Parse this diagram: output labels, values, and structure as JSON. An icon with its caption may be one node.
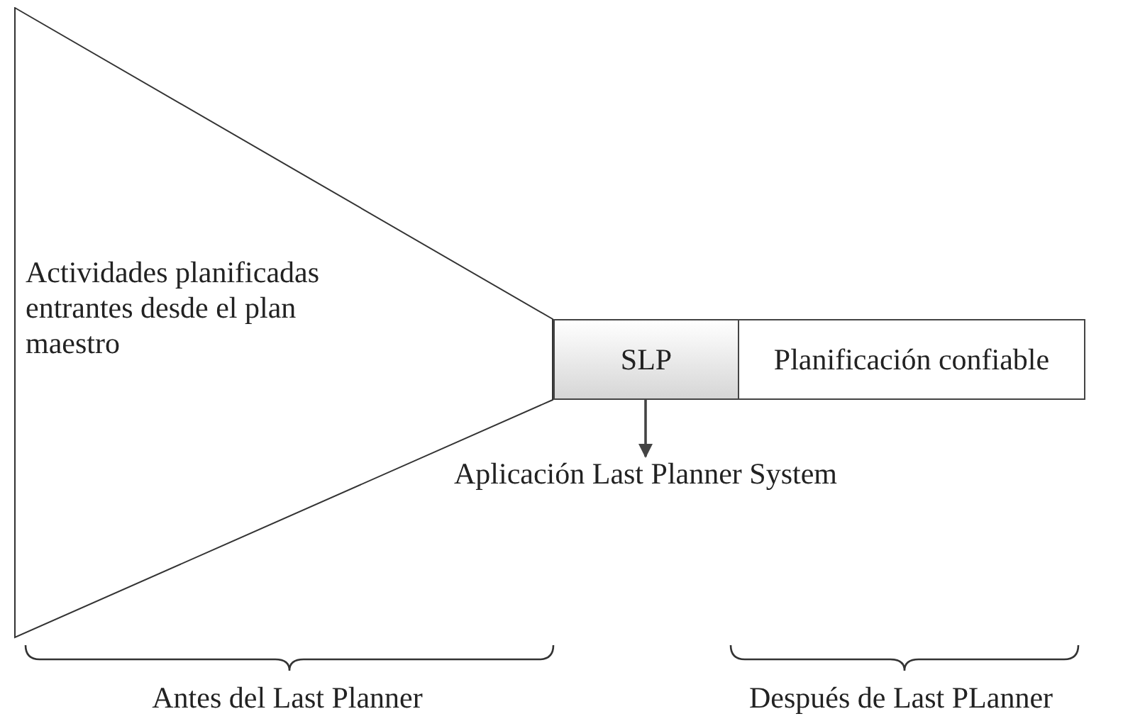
{
  "diagram": {
    "nodes": [
      {
        "text": [
          "Actividades planificadas entrantes desde el plan maestro"
        ]
      },
      {
        "text": [
          "SLP"
        ]
      },
      {
        "text": [
          "Planificación confiable"
        ]
      },
      {
        "text": [
          "Aplicación Last Planner System"
        ]
      }
    ],
    "edges": [
      {
        "from": 1,
        "to": 3,
        "arrow": "to"
      }
    ],
    "labels": [
      "Antes del Last Planner",
      "Después de Last PLanner"
    ]
  }
}
